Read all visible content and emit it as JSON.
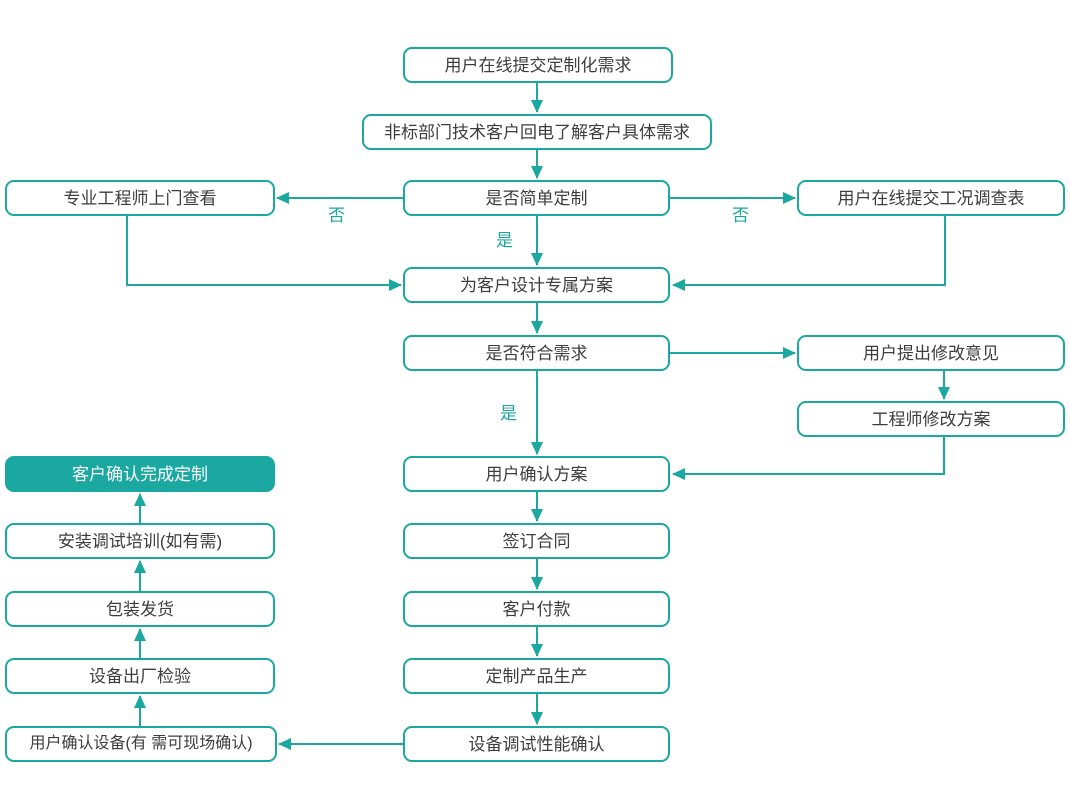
{
  "flowchart": {
    "accent_color": "#1AA8A1",
    "text_color": "#3D3D3D",
    "background_color": "#FFFFFF",
    "nodes": {
      "submit_requirement": {
        "label": "用户在线提交定制化需求",
        "type": "process"
      },
      "callback_understand": {
        "label": "非标部门技术客户回电了解客户具体需求",
        "type": "process"
      },
      "engineer_visit": {
        "label": "专业工程师上门查看",
        "type": "process"
      },
      "simple_custom_decision": {
        "label": "是否简单定制",
        "type": "decision"
      },
      "submit_survey": {
        "label": "用户在线提交工况调查表",
        "type": "process"
      },
      "design_solution": {
        "label": "为客户设计专属方案",
        "type": "process"
      },
      "meet_requirement_decision": {
        "label": "是否符合需求",
        "type": "decision"
      },
      "user_feedback": {
        "label": "用户提出修改意见",
        "type": "process"
      },
      "engineer_revise": {
        "label": "工程师修改方案",
        "type": "process"
      },
      "confirm_complete": {
        "label": "客户确认完成定制",
        "type": "terminal-filled"
      },
      "user_confirm_solution": {
        "label": "用户确认方案",
        "type": "process"
      },
      "install_training": {
        "label": "安装调试培训(如有需)",
        "type": "process"
      },
      "sign_contract": {
        "label": "签订合同",
        "type": "process"
      },
      "packing_shipping": {
        "label": "包装发货",
        "type": "process"
      },
      "customer_payment": {
        "label": "客户付款",
        "type": "process"
      },
      "factory_inspection": {
        "label": "设备出厂检验",
        "type": "process"
      },
      "custom_production": {
        "label": "定制产品生产",
        "type": "process"
      },
      "user_confirm_equipment": {
        "label": "用户确认设备(有 需可现场确认)",
        "type": "process"
      },
      "debug_performance": {
        "label": "设备调试性能确认",
        "type": "process"
      }
    },
    "edge_labels": {
      "no_left": "否",
      "no_right": "否",
      "yes_simple": "是",
      "yes_meet": "是"
    }
  }
}
